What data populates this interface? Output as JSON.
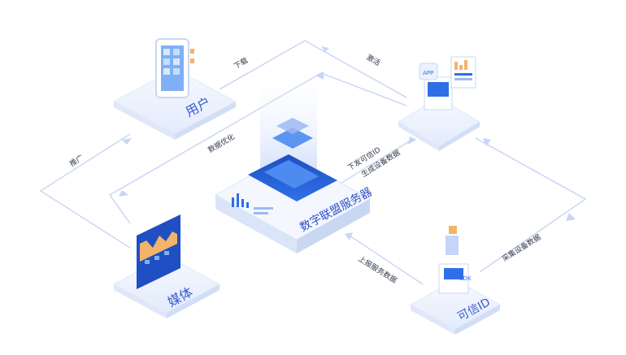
{
  "nodes": {
    "user": "用户",
    "media": "媒体",
    "trusted_id": "可信ID",
    "server": "数字联盟服务器"
  },
  "edges": {
    "download": "下载",
    "activate": "激活",
    "promote": "推广",
    "data_optimize": "数据优化",
    "issue_trusted_id": "下发可信ID",
    "generate_device_data": "生成设备数据",
    "report_service_data": "上报服务数据",
    "collect_device_data": "采集设备数据"
  },
  "badges": {
    "app": "APP",
    "sdk": "SDK"
  },
  "colors": {
    "accent": "#2f6fe6",
    "line": "#c7d6f5",
    "platform": "#eef3fd",
    "text": "#3b5bd0"
  }
}
